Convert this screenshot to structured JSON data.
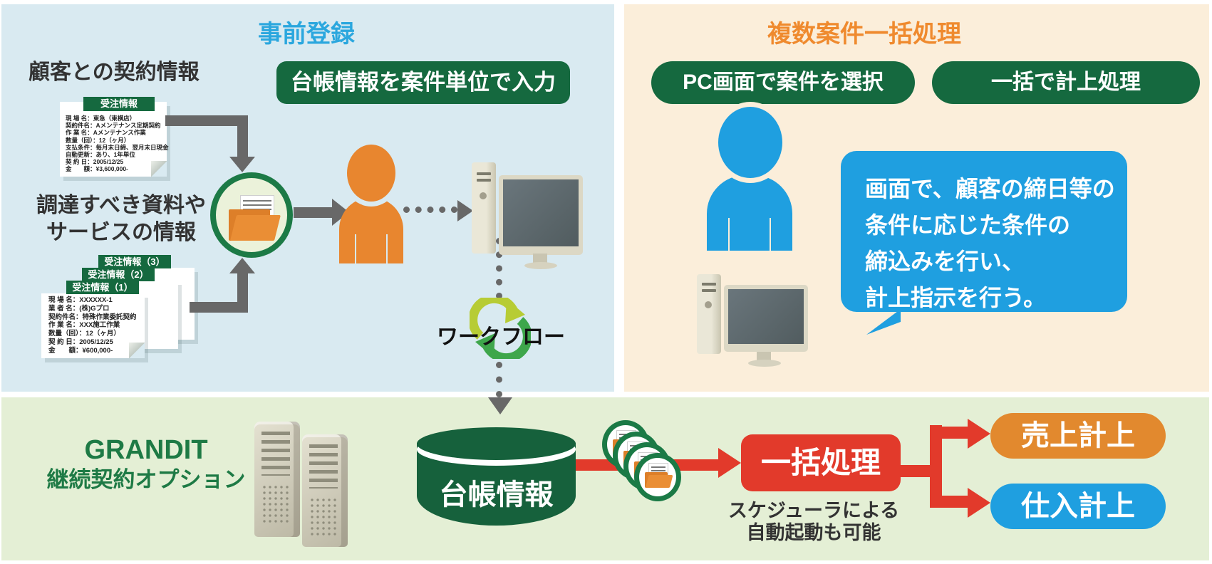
{
  "pre": {
    "title": "事前登録",
    "banner": "台帳情報を案件単位で入力",
    "customer_label": "顧客との契約情報",
    "procure_line1": "調達すべき資料や",
    "procure_line2": "サービスの情報",
    "workflow_label": "ワークフロー",
    "doc1": {
      "header": "受注情報",
      "lines": [
        "現 場 名：東急（東横店）",
        "契約件名：Aメンテナンス定期契約",
        "作 業 名：Aメンテナンス作業",
        "数量（回）：12（ヶ月）",
        "支払条件：毎月末日締、翌月末日現金",
        "自動更新：あり、1年単位",
        "契 約 日：2005/12/25",
        "金　　額：¥3,600,000-"
      ]
    },
    "stack": {
      "header3": "受注情報（3）",
      "header2": "受注情報（2）",
      "header1": "受注情報（1）",
      "lines": [
        "現 場 名：XXXXXX-1",
        "業 者 名：(株)Gプロ",
        "契約件名：特殊作業委託契約",
        "作 業 名：XXX施工作業",
        "数量（回）：12（ヶ月）",
        "契 約 日：2005/12/25",
        "金　　額：¥600,000-"
      ]
    }
  },
  "batch": {
    "title": "複数案件一括処理",
    "badge_select": "PC画面で案件を選択",
    "badge_post": "一括で計上処理",
    "bubble_lines": [
      "画面で、顧客の締日等の",
      "条件に応じた条件の",
      "締込みを行い、",
      "計上指示を行う。"
    ]
  },
  "grandit": {
    "product_line1": "GRANDIT",
    "product_line2": "継続契約オプション",
    "db_label": "台帳情報",
    "process_label": "一括処理",
    "note_line1": "スケジューラによる",
    "note_line2": "自動起動も可能",
    "sales_label": "売上計上",
    "purchase_label": "仕入計上"
  },
  "colors": {
    "dark_green": "#15693f",
    "accent_blue": "#2ba7de",
    "accent_orange": "#ef8a2e",
    "person_orange": "#e8862f",
    "bright_blue": "#1f9fe0",
    "red": "#e23a2b",
    "panel_blue": "#d9eaf1",
    "panel_peach": "#fbeeda",
    "panel_green": "#e4efd5"
  }
}
